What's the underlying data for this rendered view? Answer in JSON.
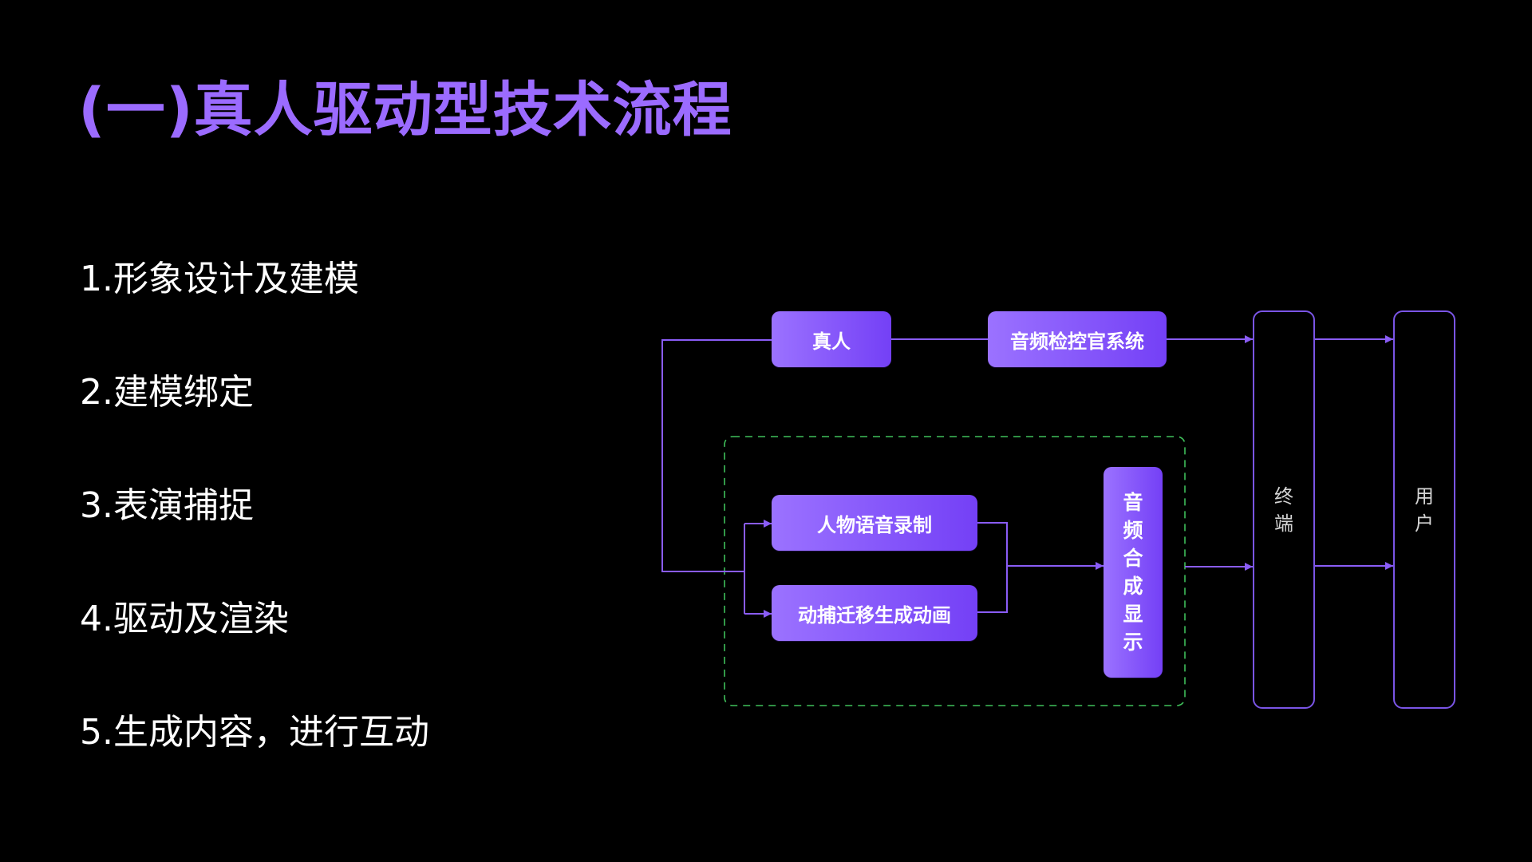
{
  "title": {
    "text": "(一)真人驱动型技术流程",
    "color": "#9b6bff"
  },
  "steps": [
    "1.形象设计及建模",
    "2.建模绑定",
    "3.表演捕捉",
    "4.驱动及渲染",
    "5.生成内容，进行互动"
  ],
  "diagram": {
    "nodes": {
      "real_person": "真人",
      "audio_monitor": "音频检控官系统",
      "voice_recording": "人物语音录制",
      "mocap_animation": "动捕迁移生成动画",
      "audio_synthesis_display": [
        "音",
        "频",
        "合",
        "成",
        "显",
        "示"
      ],
      "terminal": [
        "终",
        "端"
      ],
      "user": [
        "用",
        "户"
      ]
    },
    "colors": {
      "node_gradient_start": "#9b72ff",
      "node_gradient_end": "#7440f6",
      "connector": "#8a5cf6",
      "outline_border": "#7a55e6",
      "group_dashed_border": "#3fbf5a",
      "outline_text": "#d4d4d4"
    },
    "edges": [
      {
        "from": "real_person",
        "to": "audio_monitor"
      },
      {
        "from": "audio_monitor",
        "to": "terminal"
      },
      {
        "from": "real_person",
        "to": "voice_recording"
      },
      {
        "from": "real_person",
        "to": "mocap_animation"
      },
      {
        "from": "voice_recording",
        "to": "audio_synthesis_display"
      },
      {
        "from": "mocap_animation",
        "to": "audio_synthesis_display"
      },
      {
        "from": "audio_synthesis_display",
        "to": "terminal"
      },
      {
        "from": "terminal",
        "to": "user"
      },
      {
        "from": "terminal",
        "to": "user"
      }
    ]
  }
}
